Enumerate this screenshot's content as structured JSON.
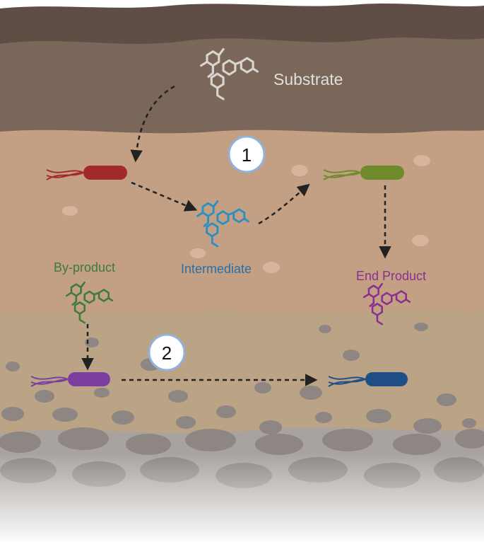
{
  "labels": {
    "substrate": "Substrate",
    "intermediate": "Intermediate",
    "byproduct": "By-product",
    "end_product": "End Product"
  },
  "steps": {
    "step1": "1",
    "step2": "2"
  },
  "colors": {
    "substrate": "#d8d4d0",
    "intermediate": "#2a8fc0",
    "byproduct": "#3f7a3a",
    "end_product": "#8a2f8f",
    "bacterium_red": "#a32a2a",
    "bacterium_green": "#6e8a2a",
    "bacterium_purple": "#7b3fa0",
    "bacterium_blue": "#1f4f86"
  }
}
